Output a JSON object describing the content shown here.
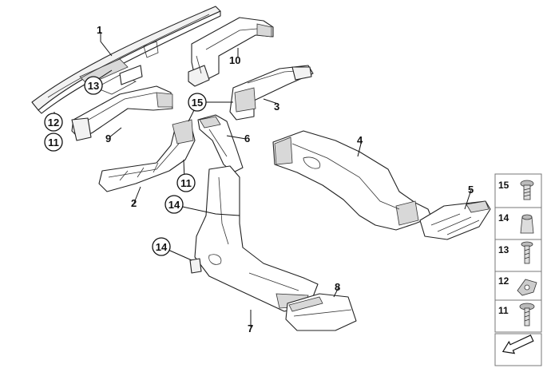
{
  "callouts": {
    "c1": "1",
    "c2": "2",
    "c3": "3",
    "c4": "4",
    "c5": "5",
    "c6": "6",
    "c7": "7",
    "c8": "8",
    "c9": "9",
    "c10": "10",
    "c11a": "11",
    "c11b": "11",
    "c12": "12",
    "c13": "13",
    "c14a": "14",
    "c14b": "14",
    "c15": "15"
  },
  "side_legend": [
    "15",
    "14",
    "13",
    "12",
    "11"
  ],
  "nav": {
    "arrow": "arrow-icon"
  }
}
